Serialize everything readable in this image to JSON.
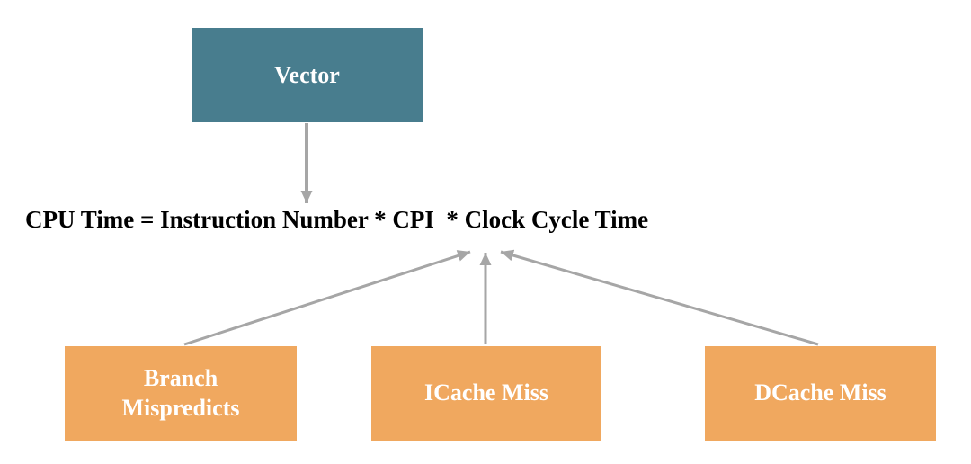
{
  "top_box": {
    "label": "Vector"
  },
  "equation": {
    "text": "CPU Time = Instruction Number * CPI  * Clock Cycle Time"
  },
  "bottom_boxes": [
    {
      "label": "Branch\nMispredicts"
    },
    {
      "label": "ICache Miss"
    },
    {
      "label": "DCache Miss"
    }
  ],
  "colors": {
    "top_box_fill": "#487d8e",
    "bottom_box_fill": "#f0a85f",
    "arrow": "#a6a6a6",
    "equation_text": "#000000",
    "box_text": "#ffffff"
  }
}
